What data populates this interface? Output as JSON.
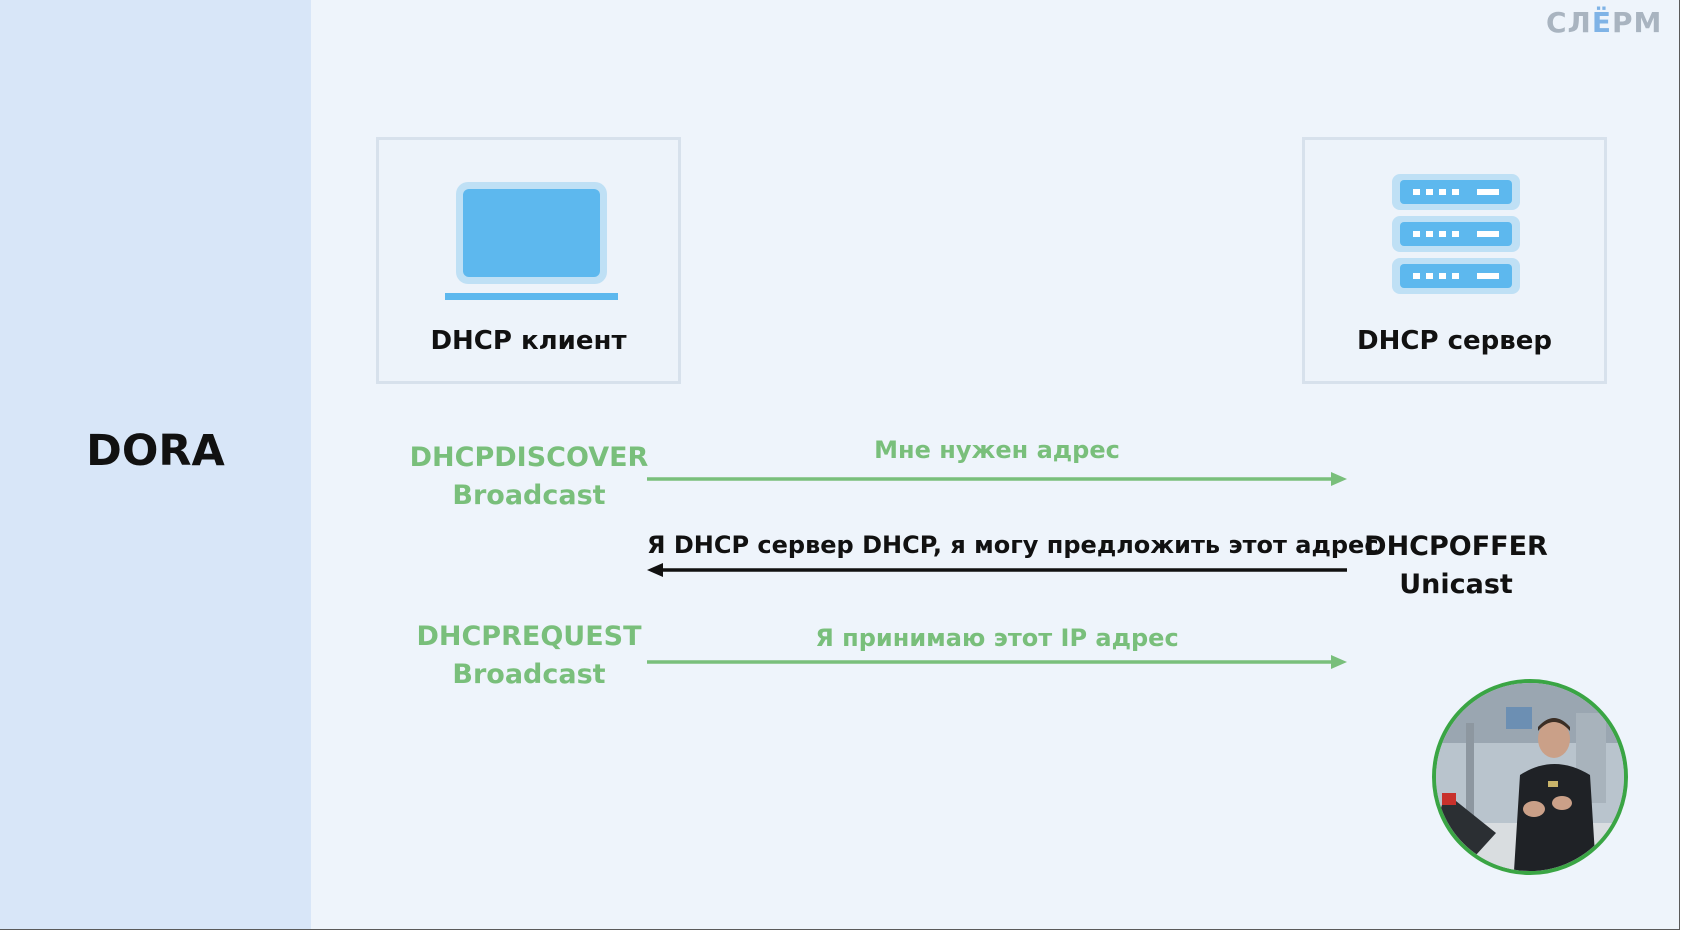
{
  "logo": {
    "text_a": "СЛ",
    "text_accent": "Ё",
    "text_b": "РМ"
  },
  "side_title": "DORA",
  "client": {
    "label": "DHCP клиент",
    "icon": "laptop-icon"
  },
  "server": {
    "label": "DHCP сервер",
    "icon": "server-rack-icon"
  },
  "messages": [
    {
      "name": "discover",
      "side": "DHCPDISCOVER",
      "mode": "Broadcast",
      "text": "Мне нужен адрес",
      "direction": "client-to-server",
      "color": "#79bf7b"
    },
    {
      "name": "offer",
      "side": "DHCPOFFER",
      "mode": "Unicast",
      "text": "Я DHCP сервер DHCP, я могу предложить этот адрес",
      "direction": "server-to-client",
      "color": "#111111"
    },
    {
      "name": "request",
      "side": "DHCPREQUEST",
      "mode": "Broadcast",
      "text": "Я принимаю этот IP адрес",
      "direction": "client-to-server",
      "color": "#79bf7b"
    }
  ],
  "presenter": {
    "icon": "presenter-video-thumbnail"
  }
}
